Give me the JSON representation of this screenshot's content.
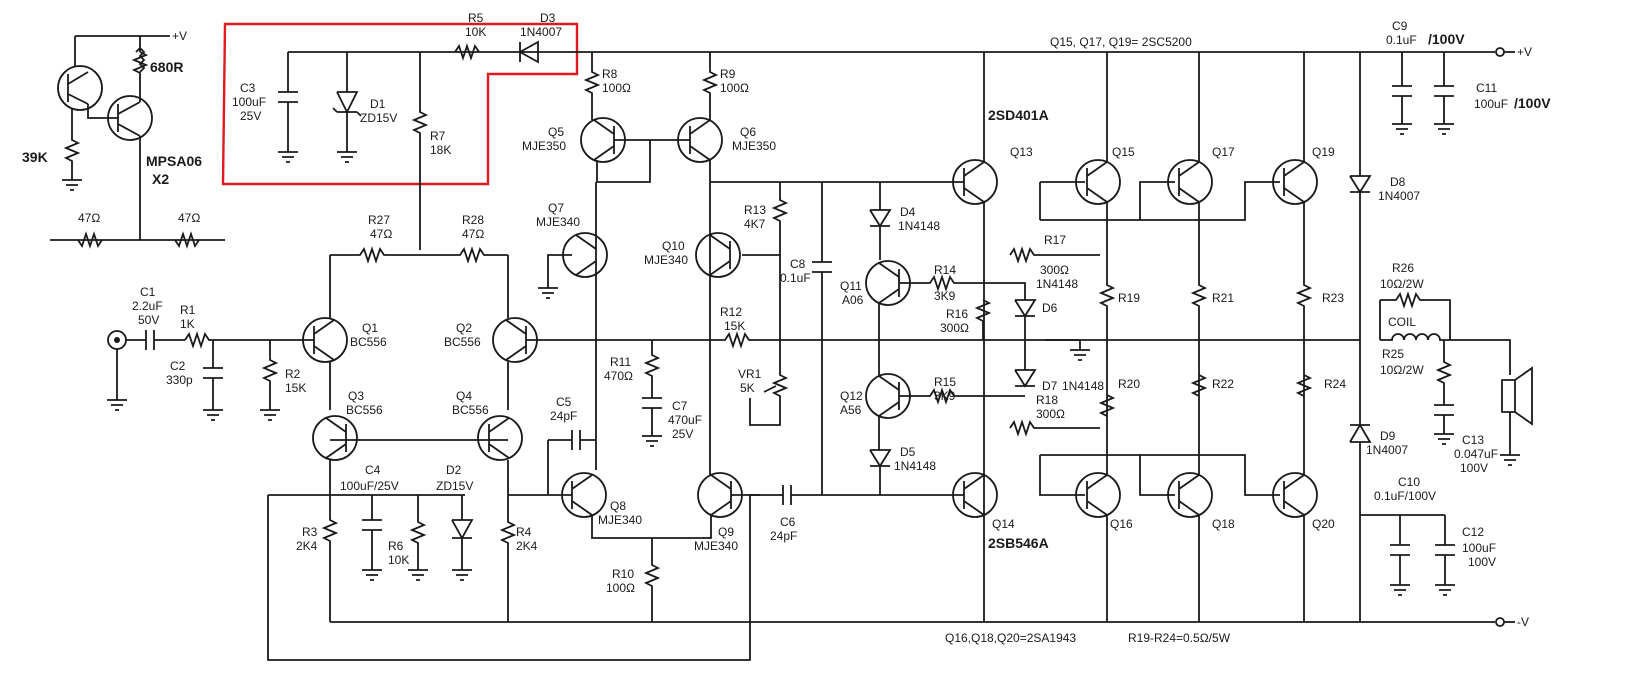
{
  "colors": {
    "ink": "#1a1a1a",
    "highlight": "#e0191f",
    "background": "#ffffff"
  },
  "inset": {
    "supply": "+V",
    "r_top": "680R",
    "r_bias": "39K",
    "transistors": "MPSA06",
    "count": "X2",
    "r_left": "47Ω",
    "r_right": "47Ω"
  },
  "highlight_box": {
    "c3": {
      "ref": "C3",
      "value": "100uF",
      "volt": "25V"
    },
    "d1": {
      "ref": "D1",
      "value": "ZD15V"
    },
    "r7": {
      "ref": "R7",
      "value": "18K"
    },
    "r5": {
      "ref": "R5",
      "value": "10K"
    },
    "d3": {
      "ref": "D3",
      "value": "1N4007"
    }
  },
  "components": {
    "c1": {
      "ref": "C1",
      "value": "2.2uF",
      "volt": "50V"
    },
    "r1": {
      "ref": "R1",
      "value": "1K"
    },
    "c2": {
      "ref": "C2",
      "value": "330p"
    },
    "r2": {
      "ref": "R2",
      "value": "15K"
    },
    "r27": {
      "ref": "R27",
      "value": "47Ω"
    },
    "r28": {
      "ref": "R28",
      "value": "47Ω"
    },
    "q1": {
      "ref": "Q1",
      "value": "BC556"
    },
    "q2": {
      "ref": "Q2",
      "value": "BC556"
    },
    "q3": {
      "ref": "Q3",
      "value": "BC556"
    },
    "q4": {
      "ref": "Q4",
      "value": "BC556"
    },
    "c4": {
      "ref": "C4",
      "value": "100uF/25V"
    },
    "d2": {
      "ref": "D2",
      "value": "ZD15V"
    },
    "r3": {
      "ref": "R3",
      "value": "2K4"
    },
    "r6": {
      "ref": "R6",
      "value": "10K"
    },
    "r4": {
      "ref": "R4",
      "value": "2K4"
    },
    "r8": {
      "ref": "R8",
      "value": "100Ω"
    },
    "r9": {
      "ref": "R9",
      "value": "100Ω"
    },
    "q5": {
      "ref": "Q5",
      "value": "MJE350"
    },
    "q6": {
      "ref": "Q6",
      "value": "MJE350"
    },
    "q7": {
      "ref": "Q7",
      "value": "MJE340"
    },
    "q10": {
      "ref": "Q10",
      "value": "MJE340"
    },
    "r13": {
      "ref": "R13",
      "value": "4K7"
    },
    "c8": {
      "ref": "C8",
      "value": "0.1uF"
    },
    "r12": {
      "ref": "R12",
      "value": "15K"
    },
    "r11": {
      "ref": "R11",
      "value": "470Ω"
    },
    "c7": {
      "ref": "C7",
      "value": "470uF",
      "volt": "25V"
    },
    "vr1": {
      "ref": "VR1",
      "value": "5K"
    },
    "c5": {
      "ref": "C5",
      "value": "24pF"
    },
    "q8": {
      "ref": "Q8",
      "value": "MJE340"
    },
    "q9": {
      "ref": "Q9",
      "value": "MJE340"
    },
    "c6": {
      "ref": "C6",
      "value": "24pF"
    },
    "r10": {
      "ref": "R10",
      "value": "100Ω"
    },
    "d4": {
      "ref": "D4",
      "value": "1N4148"
    },
    "q11": {
      "ref": "Q11",
      "value": "A06"
    },
    "q12": {
      "ref": "Q12",
      "value": "A56"
    },
    "d5": {
      "ref": "D5",
      "value": "1N4148"
    },
    "r14": {
      "ref": "R14",
      "value": "3K9"
    },
    "r15": {
      "ref": "R15",
      "value": "3K9"
    },
    "r16": {
      "ref": "R16",
      "value": "300Ω"
    },
    "r17": {
      "ref": "R17",
      "value": "300Ω",
      "extra": "1N4148"
    },
    "r18": {
      "ref": "R18",
      "value": "300Ω"
    },
    "d6": {
      "ref": "D6"
    },
    "d7": {
      "ref": "D7",
      "value": "1N4148"
    },
    "q13": {
      "ref": "Q13",
      "value": "2SD401A"
    },
    "q14": {
      "ref": "Q14",
      "value": "2SB546A"
    },
    "q15": {
      "ref": "Q15"
    },
    "q16": {
      "ref": "Q16"
    },
    "q17": {
      "ref": "Q17"
    },
    "q18": {
      "ref": "Q18"
    },
    "q19": {
      "ref": "Q19"
    },
    "q20": {
      "ref": "Q20"
    },
    "r19": {
      "ref": "R19"
    },
    "r20": {
      "ref": "R20"
    },
    "r21": {
      "ref": "R21"
    },
    "r22": {
      "ref": "R22"
    },
    "r23": {
      "ref": "R23"
    },
    "r24": {
      "ref": "R24"
    },
    "c9": {
      "ref": "C9",
      "value": "0.1uF",
      "volt": "/100V"
    },
    "c11": {
      "ref": "C11",
      "value": "100uF",
      "volt": "/100V"
    },
    "d8": {
      "ref": "D8",
      "value": "1N4007"
    },
    "d9": {
      "ref": "D9",
      "value": "1N4007"
    },
    "r26": {
      "ref": "R26",
      "value": "10Ω/2W"
    },
    "coil": {
      "ref": "COIL"
    },
    "r25": {
      "ref": "R25",
      "value": "10Ω/2W"
    },
    "c13": {
      "ref": "C13",
      "value": "0.047uF",
      "volt": "100V"
    },
    "c10": {
      "ref": "C10",
      "value": "0.1uF/100V"
    },
    "c12": {
      "ref": "C12",
      "value": "100uF",
      "volt": "100V"
    }
  },
  "notes": {
    "npn_outputs": "Q15, Q17, Q19= 2SC5200",
    "pnp_outputs": "Q16,Q18,Q20=2SA1943",
    "emitter_res": "R19-R24=0.5Ω/5W",
    "vplus": "+V",
    "vminus": "-V"
  }
}
